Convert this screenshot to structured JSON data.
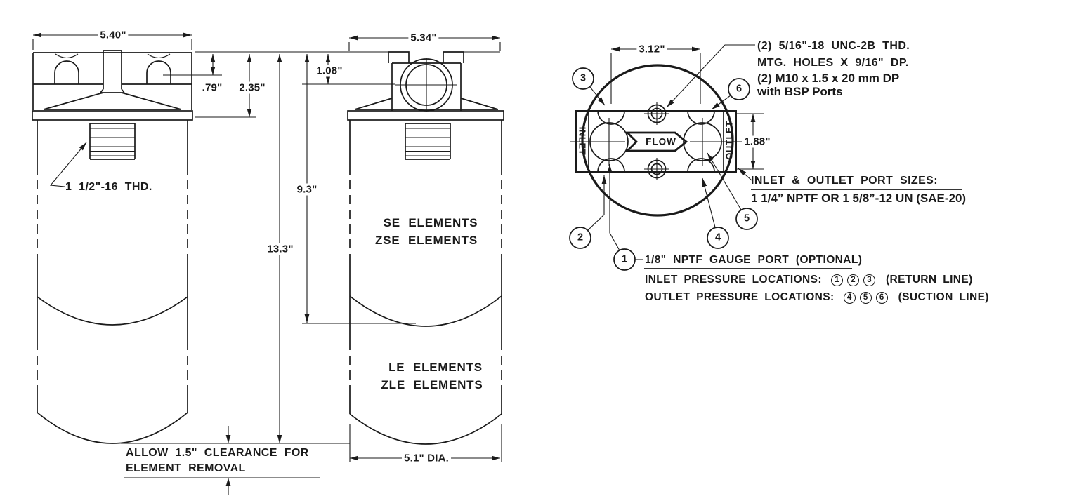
{
  "colors": {
    "ink": "#1a1a1a",
    "background": "#ffffff"
  },
  "side_view": {
    "width_dim": "5.40\"",
    "indicator_height_dim": ".79\"",
    "head_height_dim": "2.35\"",
    "thread_note": "1 1/2\"-16 THD.",
    "overall_length_dim": "13.3\"",
    "clearance_note_line1": "ALLOW 1.5\" CLEARANCE FOR",
    "clearance_note_line2": "ELEMENT REMOVAL"
  },
  "front_view": {
    "width_dim": "5.34\"",
    "port_center_dim": "1.08\"",
    "se_length_dim": "9.3\"",
    "se_label_line1": "SE ELEMENTS",
    "se_label_line2": "ZSE ELEMENTS",
    "le_label_line1": "LE ELEMENTS",
    "le_label_line2": "ZLE ELEMENTS",
    "diameter_dim": "5.1\" DIA."
  },
  "top_view": {
    "port_spacing_dim": "3.12\"",
    "mounting_hole_spacing_dim": "1.88\"",
    "inlet_label": "INLET",
    "outlet_label": "OUTLET",
    "flow_label": "FLOW",
    "callouts": [
      "1",
      "2",
      "3",
      "4",
      "5",
      "6"
    ],
    "mounting_note": {
      "line1": "(2) 5/16\"-18 UNC-2B THD.",
      "line2": "MTG. HOLES X 9/16\" DP.",
      "line3": "(2) M10 x 1.5 x 20 mm DP",
      "line4": "with BSP Ports"
    },
    "port_sizes": {
      "heading": "INLET & OUTLET PORT SIZES:",
      "value": "1 1/4” NPTF OR 1 5/8”-12 UN (SAE-20)"
    },
    "gauge_port_note": "1/8\" NPTF GAUGE PORT (OPTIONAL)",
    "inlet_pressure": {
      "label": "INLET PRESSURE LOCATIONS:",
      "locations": [
        "1",
        "2",
        "3"
      ],
      "suffix": "(RETURN LINE)"
    },
    "outlet_pressure": {
      "label": "OUTLET PRESSURE LOCATIONS:",
      "locations": [
        "4",
        "5",
        "6"
      ],
      "suffix": "(SUCTION LINE)"
    }
  }
}
